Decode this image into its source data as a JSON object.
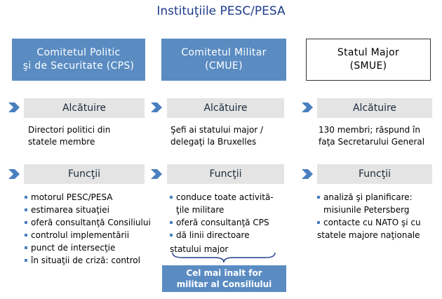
{
  "title": "Instituţiile PESC/PESA",
  "columns": [
    {
      "header": [
        "Comitetul Politic",
        "şi de Securitate (CPS)"
      ],
      "section1_label": "Alcătuire",
      "composition": [
        "Directori politici din",
        "statele membre"
      ],
      "section2_label": "Funcţii",
      "functions": [
        "motorul PESC/PESA",
        "estimarea situaţiei",
        "oferă consultanţă Consiliului",
        "controlul implementării",
        "punct de intersecţie",
        "în situaţii de criză: control"
      ]
    },
    {
      "header": [
        "Comitetul Militar",
        "(CMUE)"
      ],
      "section1_label": "Alcătuire",
      "composition": [
        "Şefi ai statului major /",
        "delegaţi la Bruxelles"
      ],
      "section2_label": "Funcţii",
      "functions": [
        "conduce toate activită-",
        "ţile militare",
        "oferă consultanţă CPS",
        "dă linii directoare",
        "statului major"
      ],
      "note": [
        "Cel mai înalt for",
        "militar al Consiliului"
      ]
    },
    {
      "header": [
        "Statul Major",
        "(SMUE)"
      ],
      "section1_label": "Alcătuire",
      "composition": [
        "130 membri; răspund în",
        "faţa Secretarului General"
      ],
      "section2_label": "Funcţii",
      "functions": [
        "analiză şi planificare:",
        "misiunile Petersberg",
        "contacte cu NATO şi cu",
        "statele majore naţionale"
      ]
    }
  ],
  "colors": {
    "header_blue": "#5a8cc2",
    "bar_grey": "#e4e4e4",
    "title_blue": "#1f3b8c",
    "bullet": "#4a7fc0"
  }
}
